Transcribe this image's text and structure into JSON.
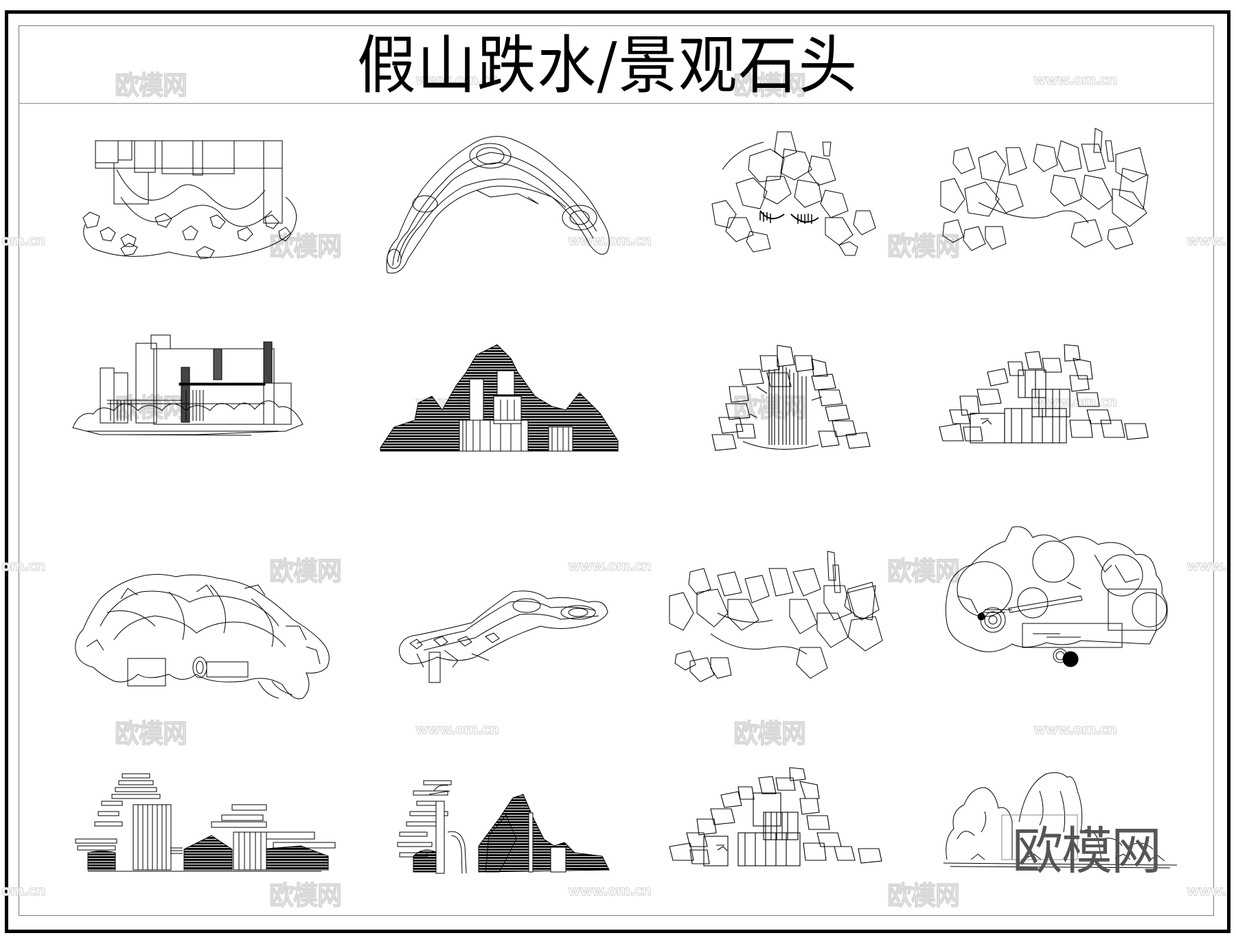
{
  "sheet": {
    "title": "假山跌水/景观石头",
    "colors": {
      "line": "#000000",
      "frame": "#7a7a7a",
      "watermark": "#d8d8d8",
      "watermark_big": "#555555",
      "background": "#ffffff"
    }
  },
  "watermarks": {
    "brand": "欧模网",
    "url": "www.om.cn",
    "url_partial_left": "om.cn",
    "url_partial_right": "www.",
    "big_brand": "欧模网"
  },
  "drawings": [
    {
      "id": 1,
      "row": 1,
      "col": 1,
      "type": "plan",
      "description": "rockery waterfall plan with rectangular pool outline"
    },
    {
      "id": 2,
      "row": 1,
      "col": 2,
      "type": "plan",
      "description": "arched contour rockery plan"
    },
    {
      "id": 3,
      "row": 1,
      "col": 3,
      "type": "plan",
      "description": "rock pile plan with waterfall"
    },
    {
      "id": 4,
      "row": 1,
      "col": 4,
      "type": "plan",
      "description": "wide rock arrangement plan"
    },
    {
      "id": 5,
      "row": 2,
      "col": 1,
      "type": "elevation",
      "description": "stepped wall waterfall elevation with shrubs"
    },
    {
      "id": 6,
      "row": 2,
      "col": 2,
      "type": "elevation",
      "description": "hatched stacked rock mountain elevation"
    },
    {
      "id": 7,
      "row": 2,
      "col": 3,
      "type": "elevation",
      "description": "rock mound waterfall elevation"
    },
    {
      "id": 8,
      "row": 2,
      "col": 4,
      "type": "elevation",
      "description": "tiered rock waterfall elevation"
    },
    {
      "id": 9,
      "row": 3,
      "col": 1,
      "type": "plan",
      "description": "large rockery mass plan"
    },
    {
      "id": 10,
      "row": 3,
      "col": 2,
      "type": "plan",
      "description": "diagonal contour rockery plan"
    },
    {
      "id": 11,
      "row": 3,
      "col": 3,
      "type": "plan",
      "description": "rock group plan"
    },
    {
      "id": 12,
      "row": 3,
      "col": 4,
      "type": "plan",
      "description": "landscape stone plan with pond and trees"
    },
    {
      "id": 13,
      "row": 4,
      "col": 1,
      "type": "elevation",
      "description": "layered rock waterfall elevation"
    },
    {
      "id": 14,
      "row": 4,
      "col": 2,
      "type": "elevation",
      "description": "hatched rock peaks with cascade elevation"
    },
    {
      "id": 15,
      "row": 4,
      "col": 3,
      "type": "elevation",
      "description": "stepped rock cascade elevation"
    },
    {
      "id": 16,
      "row": 4,
      "col": 4,
      "type": "elevation",
      "description": "landscape stone elevation"
    }
  ]
}
